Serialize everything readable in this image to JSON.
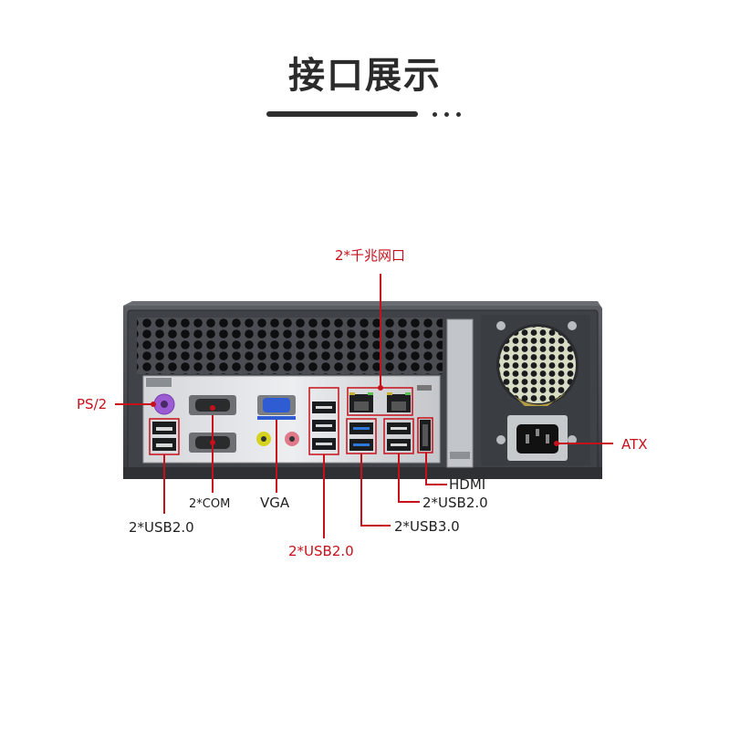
{
  "title": "接口展示",
  "labels": {
    "lan": "2*千兆网口",
    "ps2": "PS/2",
    "atx": "ATX",
    "hdmi": "HDMI",
    "usb20_right": "2*USB2.0",
    "usb30": "2*USB3.0",
    "usb20_mid": "2*USB2.0",
    "com": "2*COM",
    "vga": "VGA",
    "usb20_left": "2*USB2.0"
  },
  "colors": {
    "accent": "#c8101a",
    "chassis": "#3a3d42",
    "io_shield": "#c9ccd0"
  },
  "icons": [
    "ps2-port-icon",
    "rj45-port-icon",
    "usb-port-icon",
    "vga-port-icon",
    "com-port-icon",
    "hdmi-port-icon",
    "power-socket-icon",
    "fan-icon"
  ]
}
